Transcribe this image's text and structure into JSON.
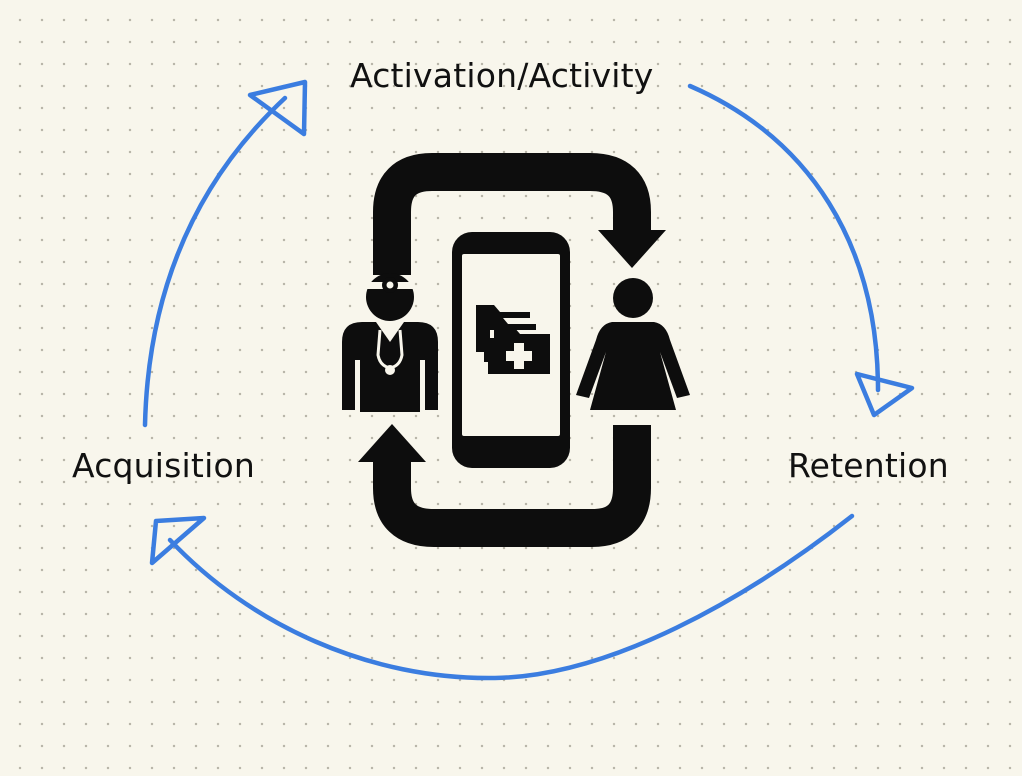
{
  "diagram": {
    "stages": [
      {
        "name": "acquisition",
        "label": "Acquisition"
      },
      {
        "name": "activation",
        "label": "Activation/Activity"
      },
      {
        "name": "retention",
        "label": "Retention"
      }
    ],
    "colors": {
      "background": "#f8f6ec",
      "grid_dots": "#b9b6aa",
      "cycle_arrow": "#3b7de0",
      "icon": "#0d0d0d",
      "text": "#111111"
    },
    "center_icon": {
      "parts": [
        "doctor-icon",
        "smartphone-icon",
        "medical-folder-icon",
        "patient-woman-icon",
        "exchange-arrows-icon"
      ]
    }
  }
}
